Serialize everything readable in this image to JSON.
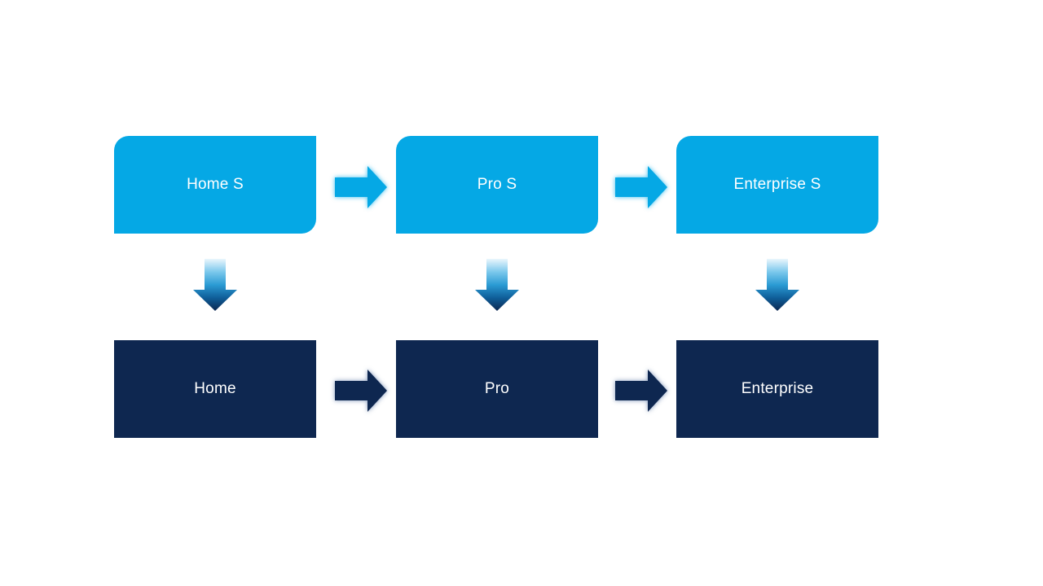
{
  "diagram": {
    "columns": [
      {
        "id": "home",
        "top_label": "Home S",
        "bottom_label": "Home"
      },
      {
        "id": "pro",
        "top_label": "Pro S",
        "bottom_label": "Pro"
      },
      {
        "id": "enterprise",
        "top_label": "Enterprise S",
        "bottom_label": "Enterprise"
      }
    ],
    "colors": {
      "top_box_fill": "#05A8E5",
      "bottom_box_fill": "#0E2750",
      "label_text": "#FFFFFF",
      "background": "#FFFFFF",
      "right_arrow_top_fill": "#05A8E5",
      "right_arrow_bottom_fill": "#0E2750",
      "down_arrow_gradient_top": "#EAF6FD",
      "down_arrow_gradient_mid": "#2B9BD4",
      "down_arrow_gradient_bottom": "#0C2750"
    }
  }
}
